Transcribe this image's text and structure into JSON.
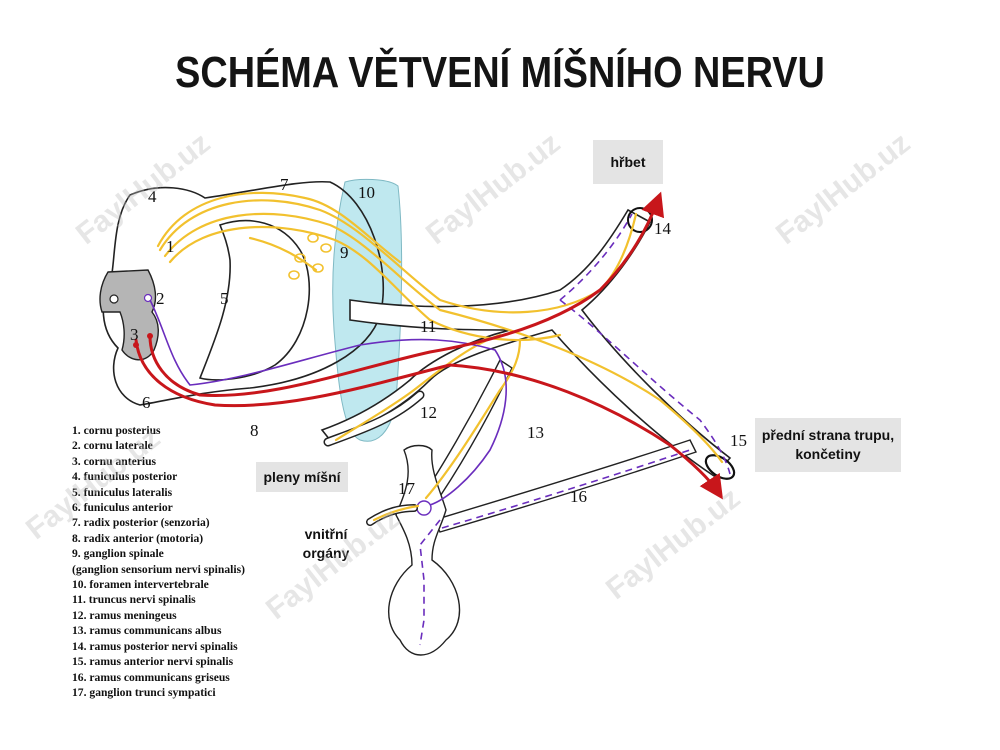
{
  "title": "SCHÉMA VĚTVENÍ MÍŠNÍHO NERVU",
  "numbers": [
    "1",
    "2",
    "3",
    "4",
    "5",
    "6",
    "7",
    "8",
    "9",
    "10",
    "11",
    "12",
    "13",
    "14",
    "15",
    "16",
    "17"
  ],
  "region_labels": {
    "hrbet": "hřbet",
    "predni_strana": "přední strana trupu, končetiny",
    "pleny": "pleny míšní",
    "vnitrni": "vnitřní orgány"
  },
  "legend": [
    "1. cornu posterius",
    "2. cornu laterale",
    "3. cornu anterius",
    "4. funiculus posterior",
    "5. funiculus lateralis",
    "6. funiculus anterior",
    "7. radix posterior (senzoria)",
    "8. radix anterior (motoria)",
    "9. ganglion spinale",
    "(ganglion sensorium nervi spinalis)",
    "10. foramen intervertebrale",
    "11. truncus nervi spinalis",
    "12. ramus meningeus",
    "13. ramus communicans albus",
    "14. ramus posterior nervi spinalis",
    "15. ramus anterior nervi spinalis",
    "16. ramus communicans griseus",
    "17. ganglion trunci sympatici"
  ],
  "watermark": "FaylHub.uz",
  "colors": {
    "sensory": "#f2c12e",
    "motor": "#c8161b",
    "sympathetic": "#6a2dbd",
    "foramen": "#bfe8ef",
    "grey_matter": "#b5b5b5"
  }
}
